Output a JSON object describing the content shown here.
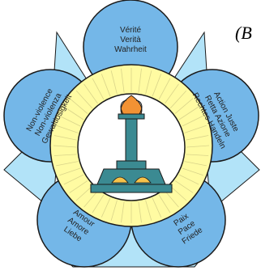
{
  "corner_text": "(B",
  "colors": {
    "petal": "#74b7e8",
    "back_petal": "#b2e3f8",
    "ring": "#fffba2",
    "flame": "#f29234",
    "pillar": "#3b8a92",
    "outline": "#1a1a1a"
  },
  "icons": {
    "center": "torch-pillar-icon"
  },
  "petals": {
    "top": {
      "lines": [
        "Vérité",
        "Verità",
        "Wahrheit"
      ]
    },
    "upper_left": {
      "lines": [
        "Non-violence",
        "Non-violenza",
        "Gewaltlosigkeit"
      ]
    },
    "upper_right": {
      "lines": [
        "Action Juste",
        "Retta Azione",
        "Rechtes Handeln"
      ]
    },
    "lower_left": {
      "lines": [
        "Amour",
        "Amore",
        "Liebe"
      ]
    },
    "lower_right": {
      "lines": [
        "Paix",
        "Pace",
        "Friede"
      ]
    }
  }
}
